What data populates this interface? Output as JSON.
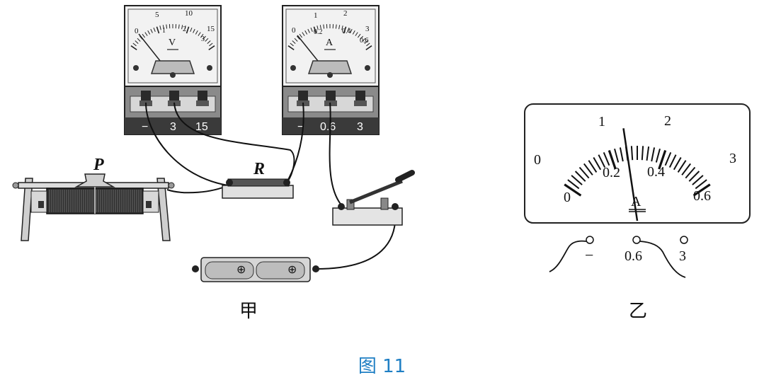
{
  "figure": {
    "caption": "图 11",
    "left_label": "甲",
    "right_label": "乙"
  },
  "circuit": {
    "voltmeter": {
      "unit_symbol": "V",
      "scale_top": [
        "0",
        "5",
        "10",
        "15"
      ],
      "scale_bottom": [
        "1",
        "2",
        "3"
      ],
      "terminals": [
        "−",
        "3",
        "15"
      ]
    },
    "ammeter": {
      "unit_symbol": "A",
      "scale_top": [
        "0",
        "1",
        "2",
        "3"
      ],
      "scale_bottom": [
        "0.2",
        "0.4",
        "0.6"
      ],
      "terminals": [
        "−",
        "0.6",
        "3"
      ]
    },
    "rheostat_label": "P",
    "resistor_label": "R",
    "battery_symbols": [
      "⊕",
      "⊕"
    ]
  },
  "ammeter_zoom": {
    "unit_symbol": "A",
    "scale_top": [
      "0",
      "1",
      "2",
      "3"
    ],
    "scale_bottom": [
      "0",
      "0.2",
      "0.4",
      "0.6"
    ],
    "terminals": [
      "−",
      "0.6",
      "3"
    ],
    "pointer_reading": 0.26
  }
}
